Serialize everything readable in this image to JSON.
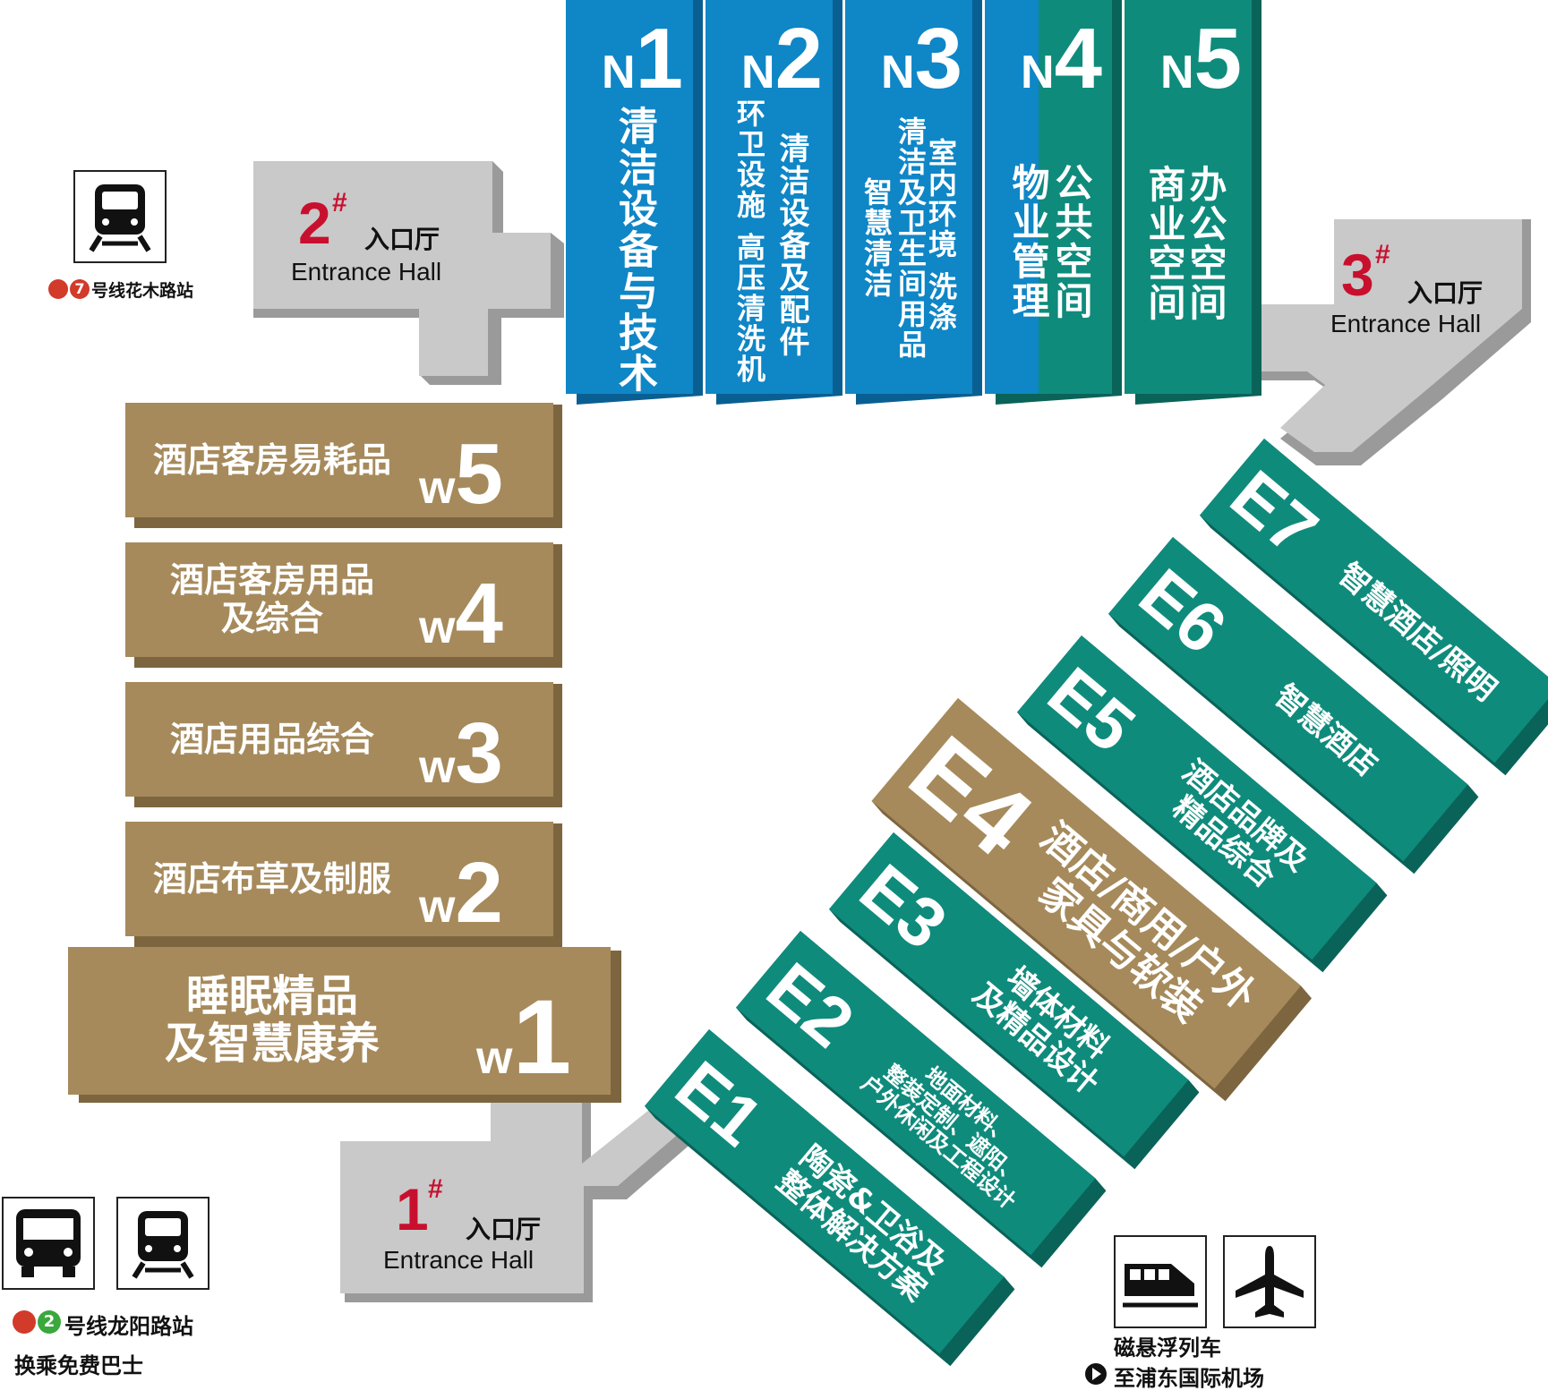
{
  "colors": {
    "blue": "#0f86c6",
    "blue_side": "#0a5f92",
    "teal": "#0f8b7c",
    "teal_side": "#0a6358",
    "brown": "#a68a5b",
    "brown_side": "#7d663f",
    "gray": "#c9c9c9",
    "gray_side": "#9a9a9a",
    "red": "#c8102e",
    "line7": "#d23a2a",
    "line2": "#3aa83c"
  },
  "north_halls": [
    {
      "prefix": "N",
      "num": "1",
      "color": "blue",
      "labels": [
        "清洁设备与技术"
      ]
    },
    {
      "prefix": "N",
      "num": "2",
      "color": "blue",
      "labels": [
        "清洁设备及配件",
        "环卫设施  高压清洗机"
      ]
    },
    {
      "prefix": "N",
      "num": "3",
      "color": "blue",
      "labels": [
        "室内环境  洗涤",
        "清洁及卫生间用品",
        "智慧清洁"
      ]
    },
    {
      "prefix": "N",
      "num": "4",
      "color": "split",
      "labels": [
        "公共空间",
        "物业管理"
      ]
    },
    {
      "prefix": "N",
      "num": "5",
      "color": "teal",
      "labels": [
        "办公空间",
        "商业空间"
      ]
    }
  ],
  "west_halls": [
    {
      "prefix": "W",
      "num": "5",
      "label_lines": [
        "酒店客房易耗品"
      ]
    },
    {
      "prefix": "W",
      "num": "4",
      "label_lines": [
        "酒店客房用品",
        "及综合"
      ]
    },
    {
      "prefix": "W",
      "num": "3",
      "label_lines": [
        "酒店用品综合"
      ]
    },
    {
      "prefix": "W",
      "num": "2",
      "label_lines": [
        "酒店布草及制服"
      ]
    },
    {
      "prefix": "W",
      "num": "1",
      "label_lines": [
        "睡眠精品",
        "及智慧康养"
      ]
    }
  ],
  "east_halls": [
    {
      "code": "E7",
      "color": "teal",
      "label_lines": [
        "智慧酒店/照明"
      ]
    },
    {
      "code": "E6",
      "color": "teal",
      "label_lines": [
        "智慧酒店"
      ]
    },
    {
      "code": "E5",
      "color": "teal",
      "label_lines": [
        "酒店品牌及",
        "精品综合"
      ]
    },
    {
      "code": "E4",
      "color": "brown",
      "label_lines": [
        "酒店/商用/户外",
        "家具与软装"
      ]
    },
    {
      "code": "E3",
      "color": "teal",
      "label_lines": [
        "墙体材料",
        "及精品设计"
      ]
    },
    {
      "code": "E2",
      "color": "teal",
      "label_lines": [
        "地面材料、",
        "整装定制、遮阳、",
        "户外休闲及工程设计"
      ]
    },
    {
      "code": "E1",
      "color": "teal",
      "label_lines": [
        "陶瓷&卫浴及",
        "整体解决方案"
      ]
    }
  ],
  "entrances": [
    {
      "num": "2",
      "hash": "#",
      "zh": "入口厅",
      "en": "Entrance Hall"
    },
    {
      "num": "3",
      "hash": "#",
      "zh": "入口厅",
      "en": "Entrance Hall"
    },
    {
      "num": "1",
      "hash": "#",
      "zh": "入口厅",
      "en": "Entrance Hall"
    }
  ],
  "transport": {
    "metro7": {
      "line": "7",
      "station": "号线花木路站",
      "icon": "metro-icon"
    },
    "metro2": {
      "line": "2",
      "station": "号线龙阳路站",
      "note": "换乘免费巴士",
      "icons": [
        "bus-icon",
        "metro-icon"
      ]
    },
    "maglev": {
      "label": "磁悬浮列车",
      "destination": "至浦东国际机场",
      "icons": [
        "maglev-train-icon",
        "airplane-icon"
      ]
    }
  }
}
